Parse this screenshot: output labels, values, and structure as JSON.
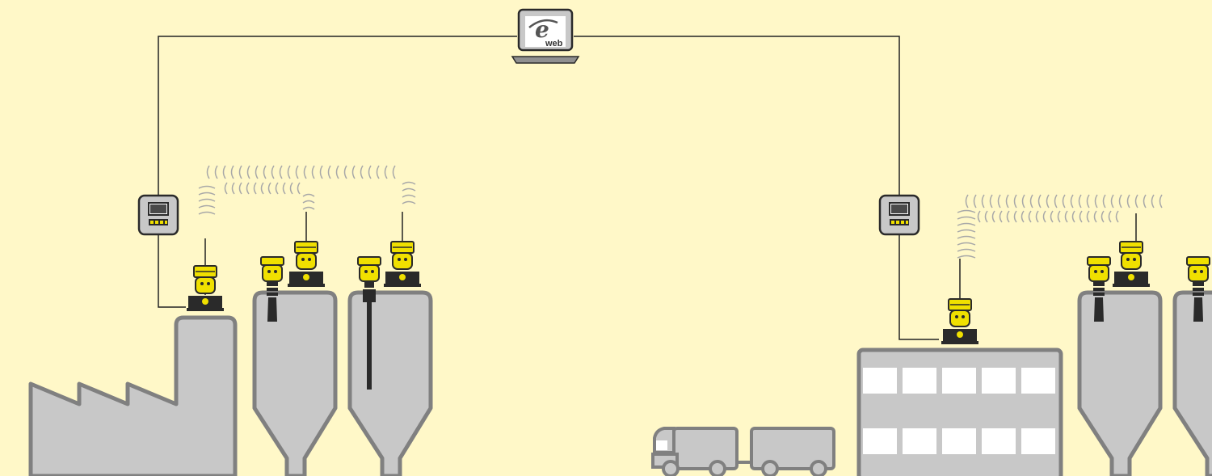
{
  "laptop": {
    "icon": "internet-explorer-icon",
    "label": "web"
  },
  "colors": {
    "background": "#fff8c8",
    "structure_fill": "#c8c8c8",
    "structure_stroke": "#808080",
    "sensor_yellow": "#f0e000",
    "sensor_dark": "#2a2a2a",
    "cable": "#222222",
    "signal_waves": "#a8a8a8",
    "window": "#ffffff"
  },
  "left_site": {
    "display_unit": "display-unit-icon",
    "structures": [
      "factory",
      "silo",
      "silo"
    ],
    "sensors": [
      "radar-sensor",
      "vibrating-level-switch",
      "radar-sensor",
      "rod-probe",
      "radar-sensor"
    ]
  },
  "right_site": {
    "display_unit": "display-unit-icon",
    "structures": [
      "warehouse",
      "silo",
      "silo"
    ],
    "sensors": [
      "radar-sensor",
      "vibrating-level-switch",
      "radar-sensor",
      "vibrating-level-switch"
    ]
  },
  "vehicle": "truck-with-trailer"
}
